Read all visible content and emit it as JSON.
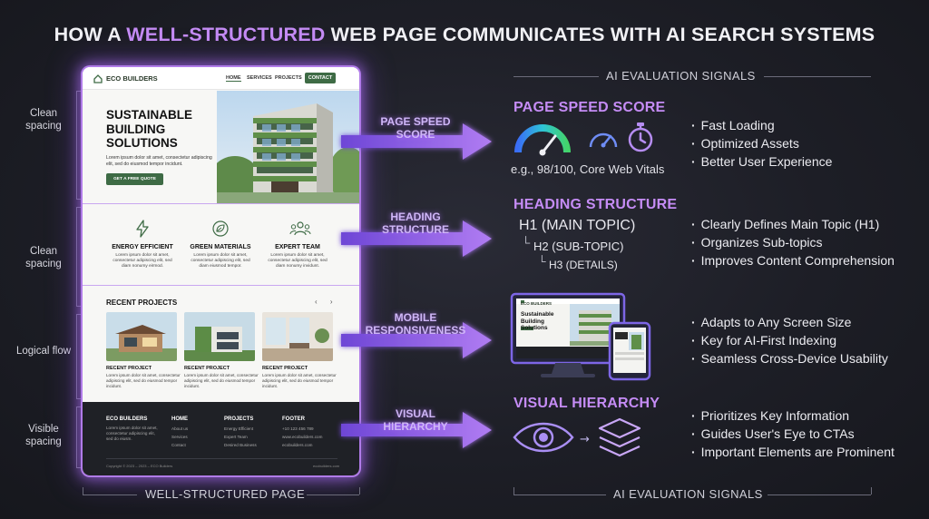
{
  "title": {
    "prefix": "HOW A ",
    "accent": "WELL-STRUCTURED",
    "suffix": " WEB PAGE COMMUNICATES WITH AI SEARCH SYSTEMS"
  },
  "side_labels": [
    "Clean spacing",
    "Clean spacing",
    "Logical flow",
    "Visible spacing"
  ],
  "page": {
    "logo": "ECO BUILDERS",
    "nav": [
      "HOME",
      "SERVICES",
      "PROJECTS"
    ],
    "nav_cta": "CONTACT",
    "hero_title": "SUSTAINABLE BUILDING SOLUTIONS",
    "hero_text": "Lorem ipsum dolor sit amet, consectetur adipiscing elit, sed do eiusmod tempor incidunt.",
    "hero_button": "GET A FREE QUOTE",
    "features": [
      {
        "icon": "lightning-icon",
        "title": "ENERGY EFFICIENT",
        "text": "Lorem ipsum dolor sit amet, consectetur adipiscing elit, sed diam nonumy eirmod."
      },
      {
        "icon": "leaf-recycle-icon",
        "title": "GREEN MATERIALS",
        "text": "Lorem ipsum dolor sit amet, consectetur adipiscing elit, sed diam eiusmod tempor."
      },
      {
        "icon": "team-icon",
        "title": "EXPERT TEAM",
        "text": "Lorem ipsum dolor sit amet, consectetur adipiscing elit, sed diam nonumy invidunt."
      }
    ],
    "projects_title": "RECENT PROJECTS",
    "projects": [
      {
        "name": "RECENT PROJECT",
        "text": "Lorem ipsum dolor sit amet, consectetur adipiscing elit, sed do eiusmod tempor incidunt."
      },
      {
        "name": "RECENT PROJECT",
        "text": "Lorem ipsum dolor sit amet, consectetur adipiscing elit, sed do eiusmod tempor incidunt."
      },
      {
        "name": "RECENT PROJECT",
        "text": "Lorem ipsum dolor sit amet, consectetur adipiscing elit, sed do eiusmod tempor incidunt."
      }
    ],
    "footer": {
      "brand": "ECO BUILDERS",
      "brand_text": "Lorem ipsum dolor sit amet, consectetur adipiscing elit, sed do eiusm.",
      "home_head": "HOME",
      "home_items": [
        "About us",
        "Services",
        "Contact"
      ],
      "projects_head": "PROJECTS",
      "projects_items": [
        "Energy Efficient",
        "Expert Team",
        "Desired Business"
      ],
      "footer_head": "FOOTER",
      "footer_items": [
        "+10 123 456 789",
        "www.ecobuilders.com",
        "ecobuilders.com"
      ],
      "copyright": "Copyright © 2023 – 2023 – ECO Builders",
      "right": "ecobuilders.com"
    }
  },
  "bottom_left_label": "WELL-STRUCTURED PAGE",
  "top_right_label": "AI EVALUATION SIGNALS",
  "bottom_right_label": "AI EVALUATION SIGNALS",
  "arrows": [
    {
      "line1": "PAGE SPEED",
      "line2": "SCORE"
    },
    {
      "line1": "HEADING",
      "line2": "STRUCTURE"
    },
    {
      "line1": "MOBILE",
      "line2": "RESPONSIVENESS"
    },
    {
      "line1": "VISUAL",
      "line2": "HIERARCHY"
    }
  ],
  "signals": {
    "speed": {
      "title": "PAGE SPEED SCORE",
      "caption": "e.g., 98/100, Core Web Vitals",
      "bullets": [
        "Fast Loading",
        "Optimized Assets",
        "Better User Experience"
      ]
    },
    "heading": {
      "title": "HEADING STRUCTURE",
      "h1": "H1 (MAIN TOPIC)",
      "h2": "H2 (SUB-TOPIC)",
      "h3": "H3 (DETAILS)",
      "bullets": [
        "Clearly Defines Main Topic (H1)",
        "Organizes Sub-topics",
        "Improves Content Comprehension"
      ]
    },
    "mobile": {
      "device_logo": "ECO BUILDERS",
      "device_title": "Sustainable Building Solutions",
      "bullets": [
        "Adapts to Any Screen Size",
        "Key for AI-First Indexing",
        "Seamless Cross-Device Usability"
      ]
    },
    "visual": {
      "title": "VISUAL HIERARCHY",
      "bullets": [
        "Prioritizes Key Information",
        "Guides User's Eye to CTAs",
        "Important Elements are Prominent"
      ]
    }
  },
  "colors": {
    "accent": "#c58cf5",
    "page_green": "#3e6b45",
    "glow": "#a86ff0",
    "gauge": [
      "#3a6ef5",
      "#2ec4d6",
      "#43d36b"
    ]
  }
}
